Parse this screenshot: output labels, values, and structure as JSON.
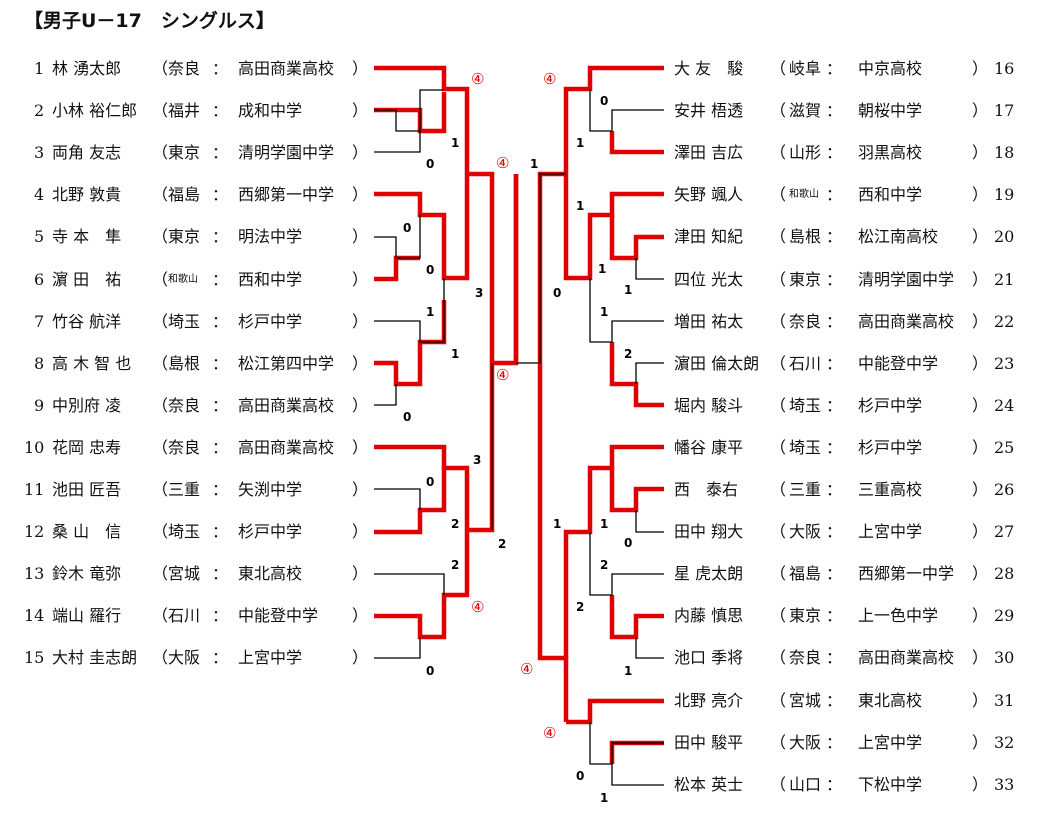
{
  "title": "【男子U－17　シングルス】",
  "win_mark": "④",
  "left_players": [
    {
      "seed": "1",
      "name": "林 湧太郎",
      "pref": "奈良",
      "school": "高田商業高校"
    },
    {
      "seed": "2",
      "name": "小林 裕仁郎",
      "pref": "福井",
      "school": "成和中学"
    },
    {
      "seed": "3",
      "name": "両角 友志",
      "pref": "東京",
      "school": "清明学園中学"
    },
    {
      "seed": "4",
      "name": "北野 敦貴",
      "pref": "福島",
      "school": "西郷第一中学"
    },
    {
      "seed": "5",
      "name": "寺 本　隼",
      "pref": "東京",
      "school": "明法中学"
    },
    {
      "seed": "6",
      "name": "濵 田　祐",
      "pref": "和歌山",
      "school": "西和中学"
    },
    {
      "seed": "7",
      "name": "竹谷 航洋",
      "pref": "埼玉",
      "school": "杉戸中学"
    },
    {
      "seed": "8",
      "name": "高 木 智 也",
      "pref": "島根",
      "school": "松江第四中学"
    },
    {
      "seed": "9",
      "name": "中別府 凌",
      "pref": "奈良",
      "school": "高田商業高校"
    },
    {
      "seed": "10",
      "name": "花岡 忠寿",
      "pref": "奈良",
      "school": "高田商業高校"
    },
    {
      "seed": "11",
      "name": "池田 匠吾",
      "pref": "三重",
      "school": "矢渕中学"
    },
    {
      "seed": "12",
      "name": "桑 山　信",
      "pref": "埼玉",
      "school": "杉戸中学"
    },
    {
      "seed": "13",
      "name": "鈴木 竜弥",
      "pref": "宮城",
      "school": "東北高校"
    },
    {
      "seed": "14",
      "name": "端山 羅行",
      "pref": "石川",
      "school": "中能登中学"
    },
    {
      "seed": "15",
      "name": "大村 圭志朗",
      "pref": "大阪",
      "school": "上宮中学"
    }
  ],
  "right_players": [
    {
      "seed": "16",
      "name": "大 友　駿",
      "pref": "岐阜",
      "school": "中京高校"
    },
    {
      "seed": "17",
      "name": "安井 梧透",
      "pref": "滋賀",
      "school": "朝桜中学"
    },
    {
      "seed": "18",
      "name": "澤田 吉広",
      "pref": "山形",
      "school": "羽黒高校"
    },
    {
      "seed": "19",
      "name": "矢野 颯人",
      "pref": "和歌山",
      "school": "西和中学"
    },
    {
      "seed": "20",
      "name": "津田 知紀",
      "pref": "島根",
      "school": "松江南高校"
    },
    {
      "seed": "21",
      "name": "四位 光太",
      "pref": "東京",
      "school": "清明学園中学"
    },
    {
      "seed": "22",
      "name": "増田 祐太",
      "pref": "奈良",
      "school": "高田商業高校"
    },
    {
      "seed": "23",
      "name": "濵田 倫太朗",
      "pref": "石川",
      "school": "中能登中学"
    },
    {
      "seed": "24",
      "name": "堀内 駿斗",
      "pref": "埼玉",
      "school": "杉戸中学"
    },
    {
      "seed": "25",
      "name": "幡谷 康平",
      "pref": "埼玉",
      "school": "杉戸中学"
    },
    {
      "seed": "26",
      "name": "西　泰右",
      "pref": "三重",
      "school": "三重高校"
    },
    {
      "seed": "27",
      "name": "田中 翔大",
      "pref": "大阪",
      "school": "上宮中学"
    },
    {
      "seed": "28",
      "name": "星 虎太朗",
      "pref": "福島",
      "school": "西郷第一中学"
    },
    {
      "seed": "29",
      "name": "内藤 慎思",
      "pref": "東京",
      "school": "上一色中学"
    },
    {
      "seed": "30",
      "name": "池口 季将",
      "pref": "奈良",
      "school": "高田商業高校"
    },
    {
      "seed": "31",
      "name": "北野 亮介",
      "pref": "宮城",
      "school": "東北高校"
    },
    {
      "seed": "32",
      "name": "田中 駿平",
      "pref": "大阪",
      "school": "上宮中学"
    },
    {
      "seed": "33",
      "name": "松本 英士",
      "pref": "山口",
      "school": "下松中学"
    }
  ],
  "scores": {
    "left": [
      "1",
      "0",
      "0",
      "0",
      "3",
      "1",
      "1",
      "0",
      "3",
      "0",
      "2",
      "2",
      "2",
      "0"
    ],
    "right": [
      "0",
      "1",
      "1",
      "1",
      "1",
      "0",
      "1",
      "1",
      "2",
      "1",
      "1",
      "0",
      "2",
      "2",
      "1",
      "0",
      "1"
    ]
  },
  "colors": {
    "win_line": "#e00000",
    "lose_line": "#000000"
  }
}
